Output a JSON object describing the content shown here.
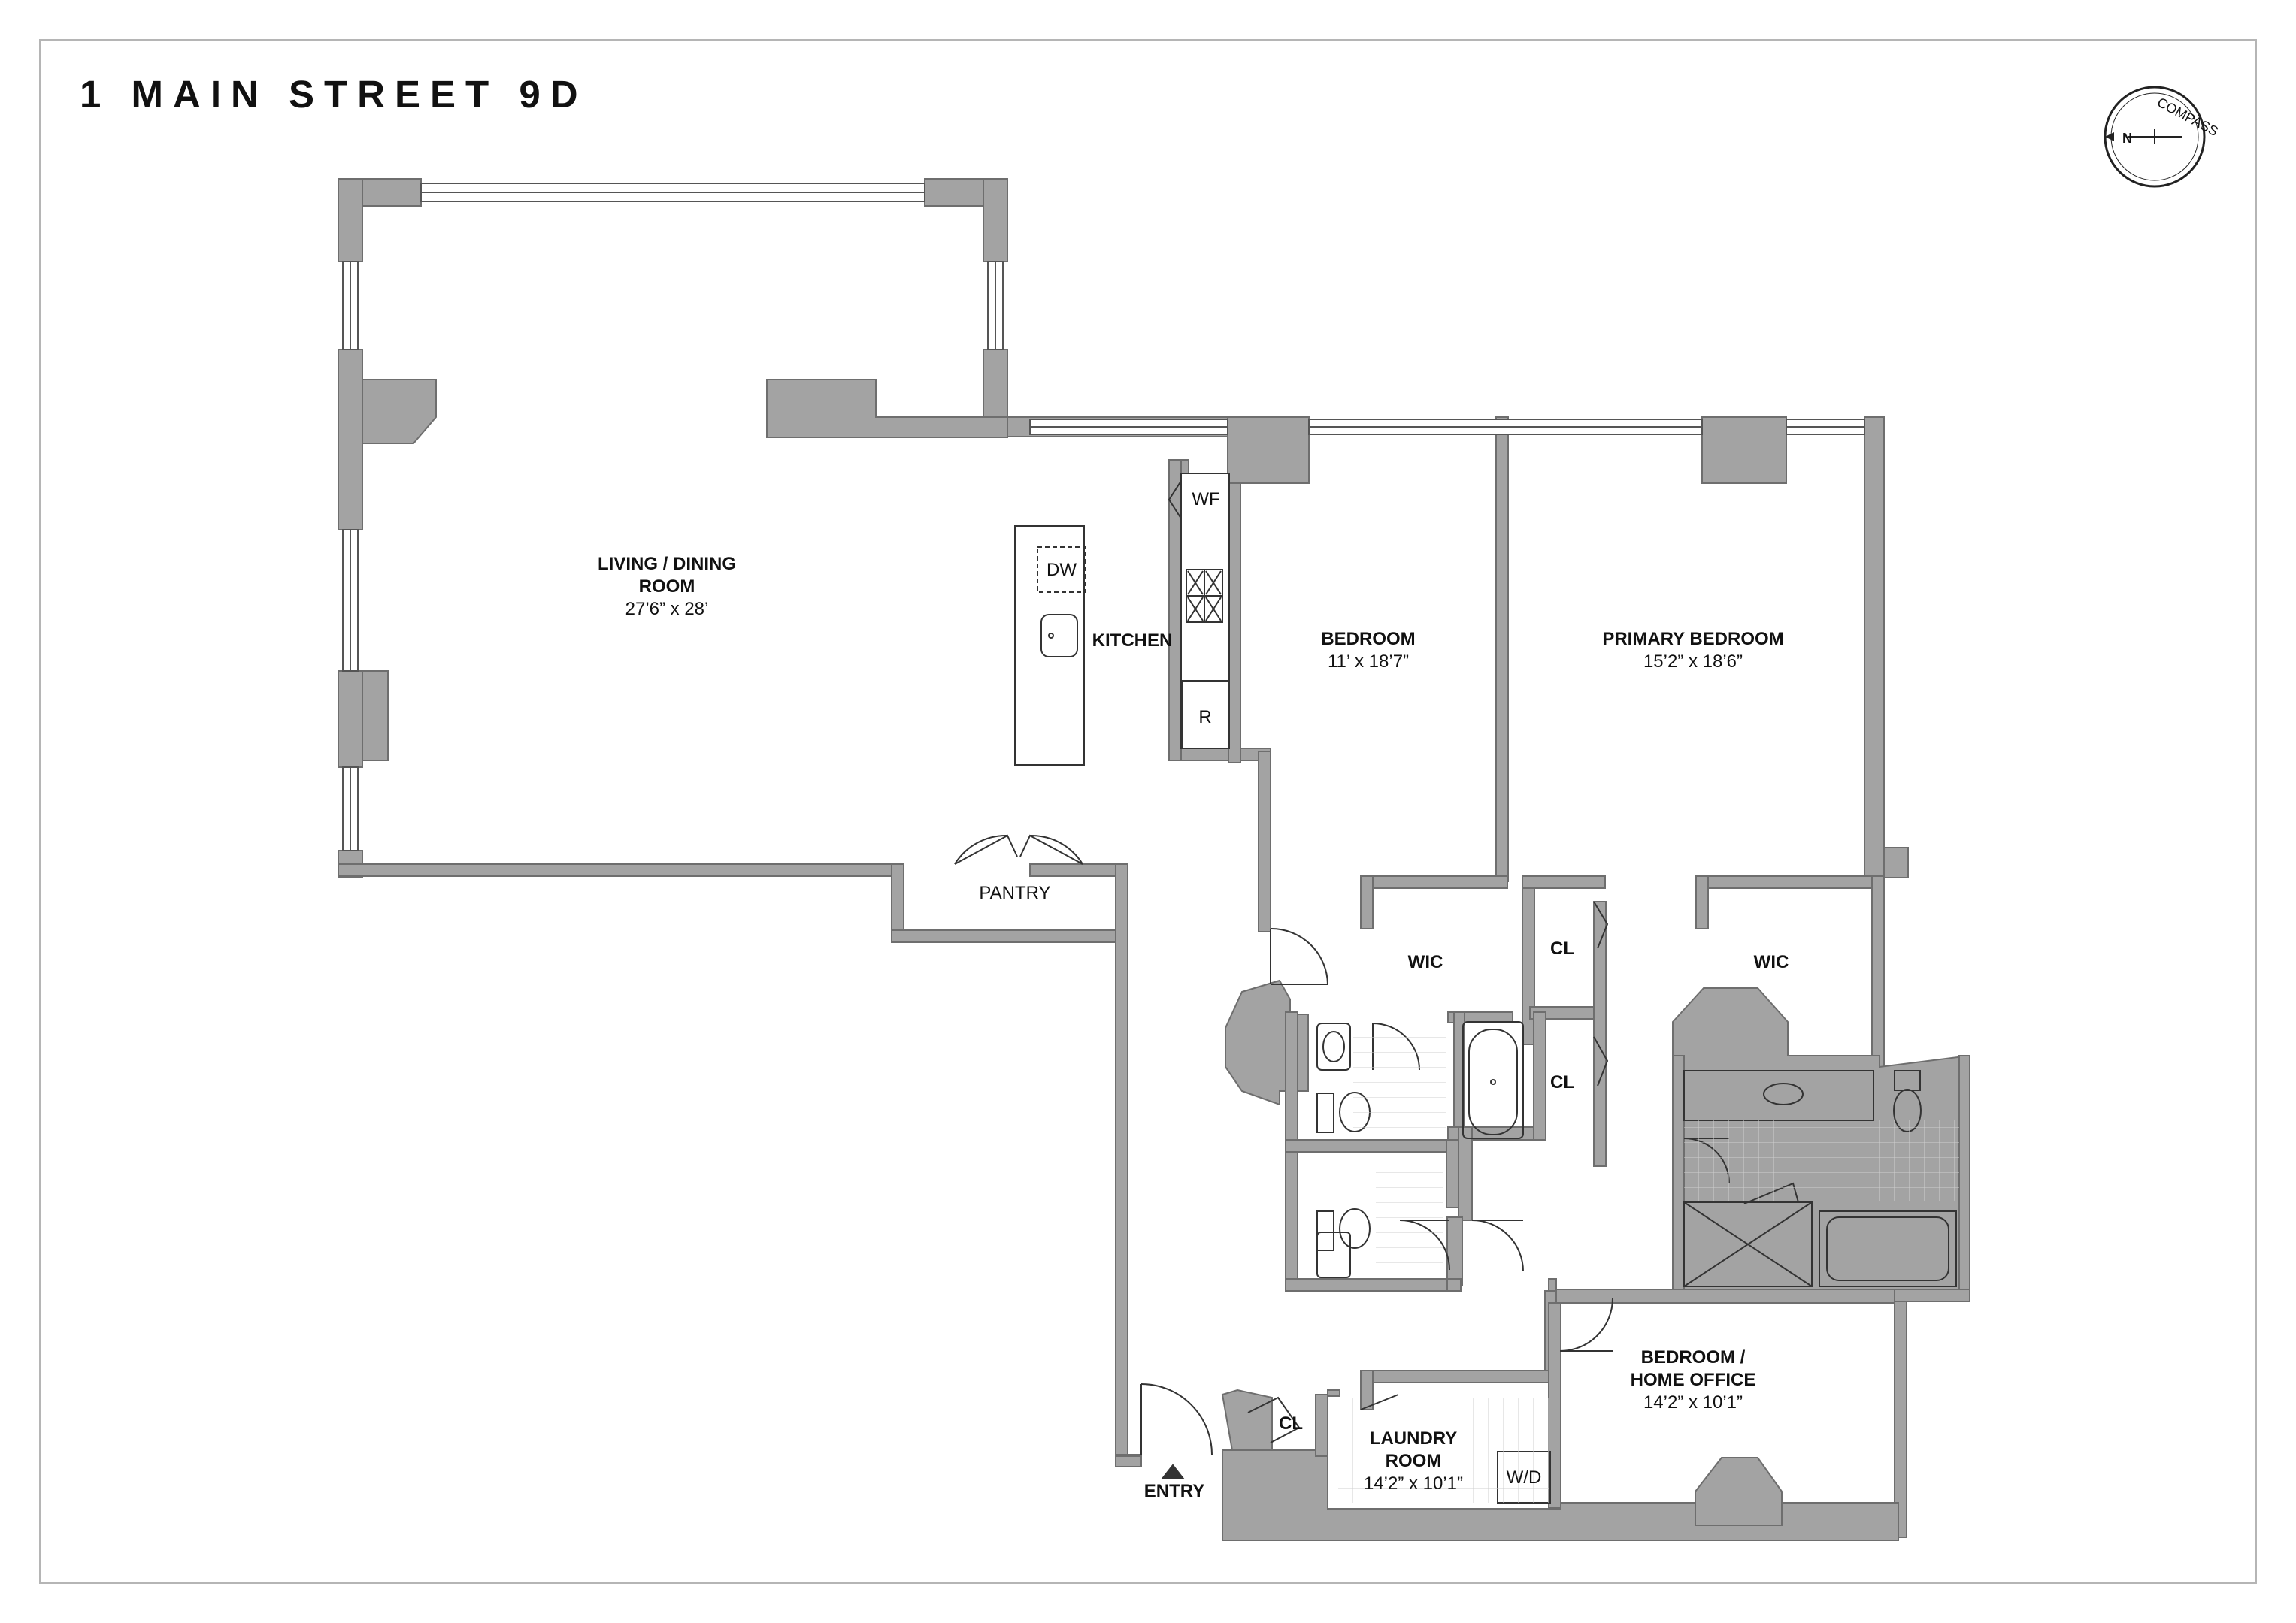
{
  "title": "1 MAIN STREET 9D",
  "compass": {
    "text": "COMPASS",
    "north": "N"
  },
  "rooms": {
    "living": {
      "name_line1": "LIVING / DINING",
      "name_line2": "ROOM",
      "dims": "27’6” x 28’"
    },
    "kitchen": {
      "name": "KITCHEN"
    },
    "bedroom": {
      "name": "BEDROOM",
      "dims": "11’ x 18’7”"
    },
    "primary": {
      "name": "PRIMARY BEDROOM",
      "dims": "15’2” x 18’6”"
    },
    "office": {
      "name_line1": "BEDROOM /",
      "name_line2": "HOME OFFICE",
      "dims": "14’2” x 10’1”"
    },
    "laundry": {
      "name_line1": "LAUNDRY",
      "name_line2": "ROOM",
      "dims": "14’2” x 10’1”"
    },
    "pantry": {
      "name": "PANTRY"
    },
    "wic_left": {
      "name": "WIC"
    },
    "wic_right": {
      "name": "WIC"
    },
    "cl_top": {
      "name": "CL"
    },
    "cl_mid": {
      "name": "CL"
    },
    "cl_entry": {
      "name": "CL"
    }
  },
  "fixtures": {
    "dw": "DW",
    "wf": "WF",
    "r": "R",
    "wd": "W/D"
  },
  "entry": {
    "label": "ENTRY"
  },
  "colors": {
    "wall": "#a3a3a3",
    "wall_stroke": "#6e6e6e",
    "line": "#333333",
    "frame": "#b5b5b5"
  }
}
